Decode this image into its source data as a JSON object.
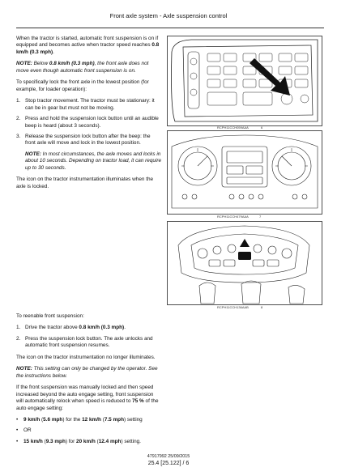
{
  "header": {
    "title": "Front axle system - Axle suspension control"
  },
  "intro": {
    "p1_prefix": "When the tractor is started, automatic front suspension is on if equipped and becomes active when tractor speed reaches ",
    "p1_bold": "0.8 km/h (0.3 mph)",
    "p1_suffix": ".",
    "note_label": "NOTE:",
    "note_pre": " Below ",
    "note_bold": "0.8 km/h (0.3 mph)",
    "note_post": ", the front axle does not move even though automatic front suspension is on.",
    "p2": "To specifically lock the front axle in the lowest position (for example, for loader operation):"
  },
  "lock_steps": [
    {
      "num": "1.",
      "text": "Stop tractor movement. The tractor must be stationary: it can be in gear but must not be moving."
    },
    {
      "num": "2.",
      "text": "Press and hold the suspension lock button until an audible beep is heard (about 3 seconds)."
    },
    {
      "num": "3.",
      "text": "Release the suspension lock button after the beep: the front axle will move and lock in the lowest position.",
      "note_label": "NOTE:",
      "note_text": " In most circumstances, the axle moves and locks in about 10 seconds. Depending on tractor load, it can require up to 30 seconds."
    }
  ],
  "locked_info": "The icon on the tractor instrumentation illuminates when the axle is locked.",
  "reenable": {
    "heading": "To reenable front suspension:",
    "step1_num": "1.",
    "step1_pre": "Drive the tractor above ",
    "step1_bold": "0.8 km/h (0.3 mph)",
    "step1_post": ".",
    "step2_num": "2.",
    "step2_text": "Press the suspension lock button. The axle unlocks and automatic front suspension resumes.",
    "off_info": "The icon on the tractor instrumentation no longer illuminates.",
    "note_label": "NOTE:",
    "note_text": " This setting can only be changed by the operator. See the instructions below.",
    "relock_pre": "If the front suspension was manually locked and then speed increased beyond the auto engage setting, front suspension will automatically relock when speed is reduced to ",
    "relock_bold": "75 %",
    "relock_post": " of the auto engage setting:"
  },
  "settings": [
    {
      "bold1": "9 km/h",
      "mid1": " (",
      "bold2": "5.6 mph",
      "mid2": ") for the ",
      "bold3": "12 km/h",
      "mid3": " (",
      "bold4": "7.5 mph",
      "end": ") setting"
    },
    {
      "plain": "OR"
    },
    {
      "bold1": "15 km/h",
      "mid1": " (",
      "bold2": "9.3 mph",
      "mid2": ") for ",
      "bold3": "20 km/h",
      "mid3": " (",
      "bold4": "12.4 mph",
      "end": ") setting."
    }
  ],
  "figures": [
    {
      "ref": "RCPH11CCH059AAA",
      "num": "6"
    },
    {
      "ref": "RCPH11CCH479AAA",
      "num": "7"
    },
    {
      "ref": "RCPH11CCH136AAB",
      "num": "8"
    }
  ],
  "footer": {
    "doc": "47917992 25/09/2015",
    "page": "25.4 [25.122] / 6"
  }
}
